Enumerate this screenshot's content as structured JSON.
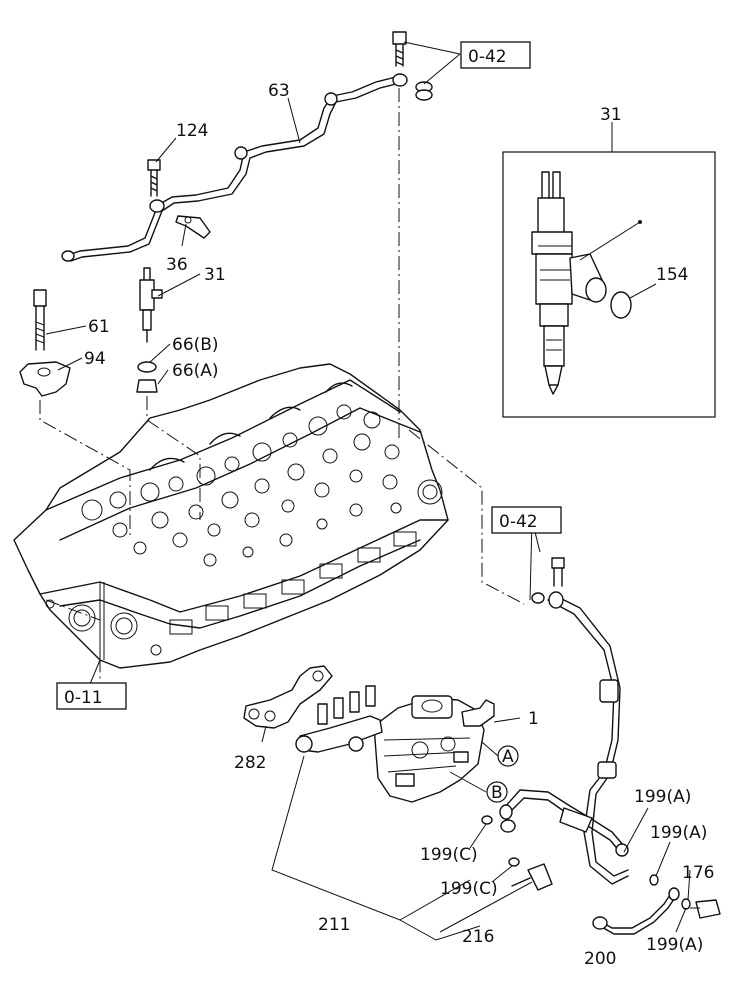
{
  "labels": {
    "ref_0_42_top": "0-42",
    "ref_0_42_mid": "0-42",
    "ref_0_11": "0-11",
    "p63": "63",
    "p124": "124",
    "p36": "36",
    "p31_left": "31",
    "p31_detail": "31",
    "p154": "154",
    "p61": "61",
    "p94": "94",
    "p66b": "66(B)",
    "p66a": "66(A)",
    "p1": "1",
    "circle_a": "A",
    "circle_b": "B",
    "p282": "282",
    "p199a_1": "199(A)",
    "p199a_2": "199(A)",
    "p199a_3": "199(A)",
    "p199c_1": "199(C)",
    "p199c_2": "199(C)",
    "p176": "176",
    "p211": "211",
    "p216": "216",
    "p200": "200"
  }
}
